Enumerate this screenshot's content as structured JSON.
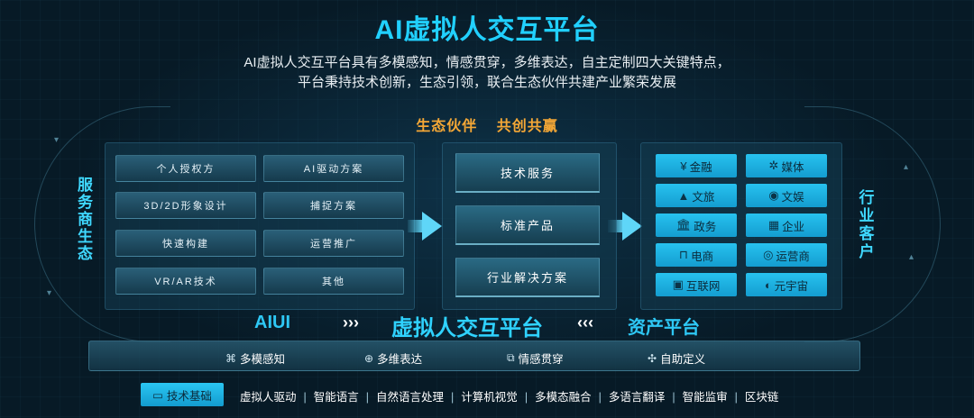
{
  "header": {
    "title": "AI虚拟人交互平台",
    "subtitle_line1": "AI虚拟人交互平台具有多模感知，情感贯穿，多维表达，自主定制四大关键特点，",
    "subtitle_line2": "平台秉持技术创新，生态引领，联合生态伙伴共建产业繁荣发展"
  },
  "ecosystem": {
    "label_left": "生态伙伴",
    "label_right": "共创共赢"
  },
  "left_side_label": "服务商生态",
  "right_side_label": "行业客户",
  "providers": [
    "个人授权方",
    "AI驱动方案",
    "3D/2D形象设计",
    "捕捉方案",
    "快速构建",
    "运营推广",
    "VR/AR技术",
    "其他"
  ],
  "middle": [
    "技术服务",
    "标准产品",
    "行业解决方案"
  ],
  "customers": [
    {
      "icon": "yen-icon",
      "glyph": "¥",
      "label": "金融"
    },
    {
      "icon": "media-icon",
      "glyph": "✲",
      "label": "媒体"
    },
    {
      "icon": "mountain-icon",
      "glyph": "▲",
      "label": "文旅"
    },
    {
      "icon": "entertainment-icon",
      "glyph": "◉",
      "label": "文娱"
    },
    {
      "icon": "government-icon",
      "glyph": "🏛",
      "label": "政务"
    },
    {
      "icon": "enterprise-icon",
      "glyph": "▦",
      "label": "企业"
    },
    {
      "icon": "shopping-bag-icon",
      "glyph": "⊓",
      "label": "电商"
    },
    {
      "icon": "operator-icon",
      "glyph": "◎",
      "label": "运营商"
    },
    {
      "icon": "internet-icon",
      "glyph": "▣",
      "label": "互联网"
    },
    {
      "icon": "metaverse-icon",
      "glyph": "◐",
      "label": "元宇宙"
    }
  ],
  "platform_band": {
    "left": "AIUI",
    "left_arrows": "›››",
    "center": "虚拟人交互平台",
    "right_arrows": "‹‹‹",
    "right": "资产平台"
  },
  "features": [
    {
      "icon": "sense-icon",
      "glyph": "⌘",
      "label": "多模感知"
    },
    {
      "icon": "expression-icon",
      "glyph": "⊕",
      "label": "多维表达"
    },
    {
      "icon": "emotion-icon",
      "glyph": "⧉",
      "label": "情感贯穿"
    },
    {
      "icon": "customize-icon",
      "glyph": "✣",
      "label": "自助定义"
    }
  ],
  "tech": {
    "button_label": "技术基础",
    "button_icon": "chip-icon",
    "items": [
      "虚拟人驱动",
      "智能语言",
      "自然语言处理",
      "计算机视觉",
      "多模态融合",
      "多语言翻译",
      "智能监审",
      "区块链"
    ],
    "separator": "|"
  },
  "colors": {
    "accent": "#21d0ff",
    "orange": "#f4a736",
    "background": "#071a26"
  }
}
